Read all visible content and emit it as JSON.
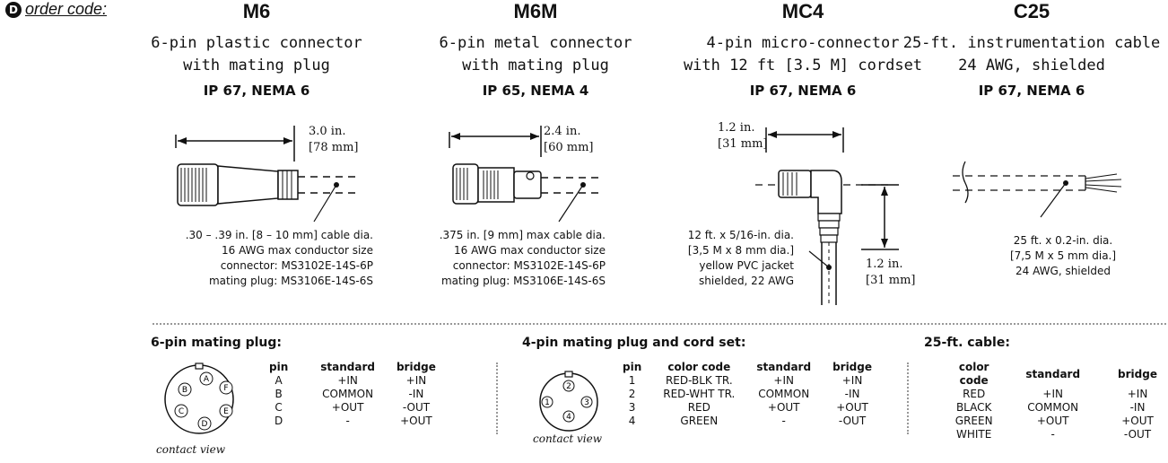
{
  "header": {
    "marker": "D",
    "label": "order code:"
  },
  "products": [
    {
      "code": "M6",
      "line1": "6-pin plastic connector",
      "line2": "with mating plug",
      "rating": "IP 67, NEMA 6",
      "dim1": "3.0 in.",
      "dim2": "[78 mm]",
      "specs": [
        ".30 – .39 in. [8 – 10 mm] cable dia.",
        "16 AWG max conductor size",
        "connector: MS3102E-14S-6P",
        "mating plug: MS3106E-14S-6S"
      ]
    },
    {
      "code": "M6M",
      "line1": "6-pin metal connector",
      "line2": "with mating plug",
      "rating": "IP 65, NEMA 4",
      "dim1": "2.4 in.",
      "dim2": "[60 mm]",
      "specs": [
        ".375 in. [9 mm] max cable dia.",
        "16 AWG max conductor size",
        "connector: MS3102E-14S-6P",
        "mating plug: MS3106E-14S-6S"
      ]
    },
    {
      "code": "MC4",
      "line1": "4-pin micro-connector",
      "line2": "with 12 ft [3.5 M] cordset",
      "rating": "IP 67, NEMA 6",
      "dim1": "1.2 in.",
      "dim2": "[31 mm]",
      "dim3": "1.2 in.",
      "dim4": "[31 mm]",
      "specs": [
        "12 ft. x 5/16-in. dia.",
        "[3,5 M x 8 mm dia.]",
        "yellow PVC jacket",
        "shielded, 22 AWG"
      ]
    },
    {
      "code": "C25",
      "line1": "25-ft. instrumentation cable",
      "line2": "24 AWG, shielded",
      "rating": "IP 67, NEMA 6",
      "specs": [
        "25 ft. x 0.2-in. dia.",
        "[7,5 M x 5 mm dia.]",
        "24 AWG, shielded"
      ]
    }
  ],
  "plug6": {
    "title": "6-pin mating plug:",
    "contact_view": "contact view",
    "pin_letters": [
      "A",
      "B",
      "C",
      "D",
      "E",
      "F"
    ],
    "headers": [
      "pin",
      "standard",
      "bridge"
    ],
    "rows": [
      [
        "A",
        "+IN",
        "+IN"
      ],
      [
        "B",
        "COMMON",
        "-IN"
      ],
      [
        "C",
        "+OUT",
        "-OUT"
      ],
      [
        "D",
        "-",
        "+OUT"
      ]
    ]
  },
  "plug4": {
    "title": "4-pin mating plug and cord set:",
    "contact_view": "contact view",
    "pin_numbers": [
      "1",
      "2",
      "3",
      "4"
    ],
    "headers": [
      "pin",
      "color code",
      "standard",
      "bridge"
    ],
    "rows": [
      [
        "1",
        "RED-BLK TR.",
        "+IN",
        "+IN"
      ],
      [
        "2",
        "RED-WHT TR.",
        "COMMON",
        "-IN"
      ],
      [
        "3",
        "RED",
        "+OUT",
        "+OUT"
      ],
      [
        "4",
        "GREEN",
        "-",
        "-OUT"
      ]
    ]
  },
  "cable25": {
    "title": "25-ft. cable:",
    "headers": [
      "color code",
      "standard",
      "bridge"
    ],
    "rows": [
      [
        "RED",
        "+IN",
        "+IN"
      ],
      [
        "BLACK",
        "COMMON",
        "-IN"
      ],
      [
        "GREEN",
        "+OUT",
        "+OUT"
      ],
      [
        "WHITE",
        "-",
        "-OUT"
      ]
    ]
  }
}
